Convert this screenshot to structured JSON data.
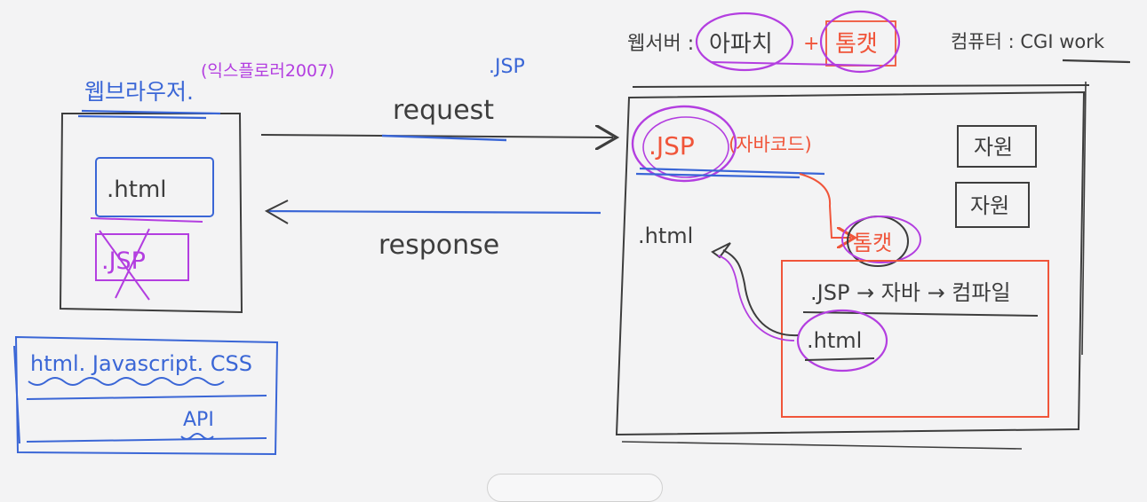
{
  "colors": {
    "ink": "#3d3d3d",
    "blue": "#3a66d6",
    "purple": "#b33ee0",
    "orange": "#f0553a"
  },
  "browser": {
    "title": "웹브라우저.",
    "note": "(익스플로러2007)",
    "html_label": ".html",
    "jsp_struck": ".JSP"
  },
  "jsp_top_label": ".JSP",
  "arrows": {
    "request": "request",
    "response": "response"
  },
  "server": {
    "header": "웹서버 : 아파치 + 톰캣",
    "header_prefix": "웹서버 :",
    "apache": "아파치",
    "plus": "+",
    "tomcat": "톰캣",
    "computer_label": "컴퓨터 : CGI work",
    "jsp_label": ".JSP",
    "jsp_note": "(자바코드)",
    "resource1": "자원",
    "resource2": "자원",
    "html_output": ".html",
    "tomcat_inner": "톰캣",
    "compile_line": ".JSP → 자바 → 컴파일",
    "html_inner": ".html"
  },
  "tech_box": {
    "line1": "html. Javascript. CSS",
    "line2": "API"
  }
}
